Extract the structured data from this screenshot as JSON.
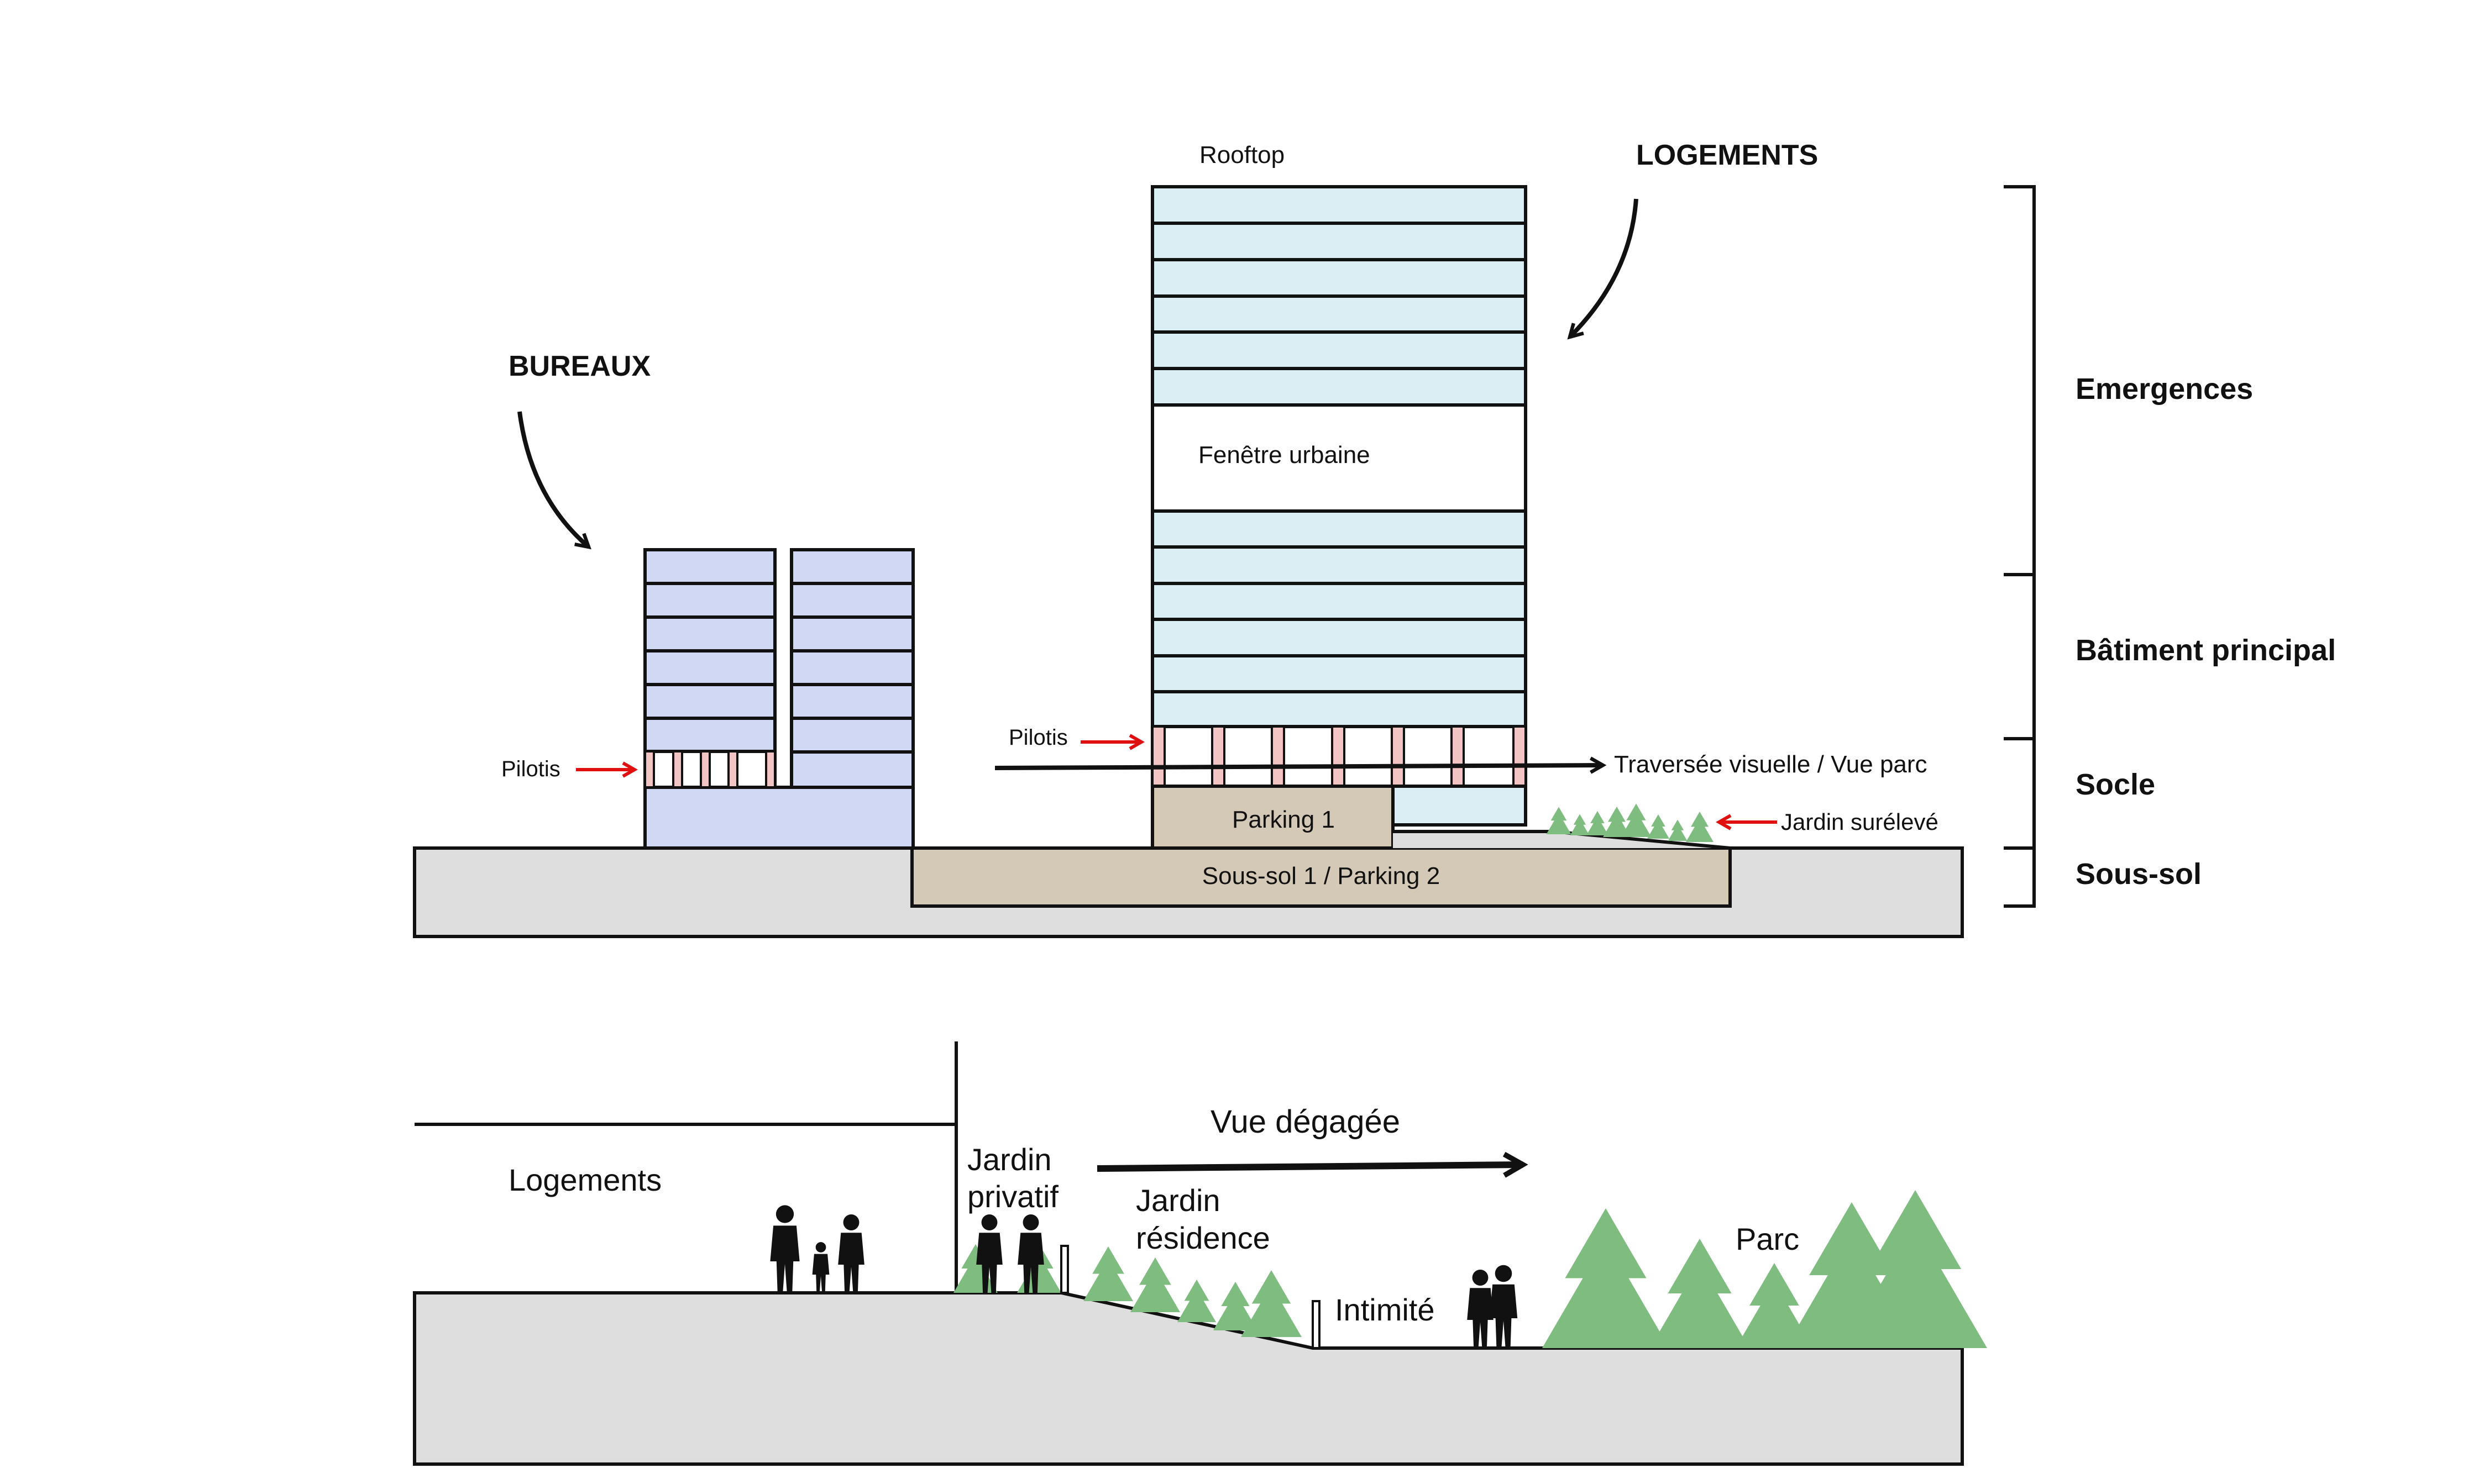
{
  "colors": {
    "bureaux_fill": "#d0d8f3",
    "logements_fill": "#daeef4",
    "parking_fill": "#d4c8b6",
    "ground_fill": "#dedede",
    "pilotis_fill": "#f2c4c4",
    "tree_fill": "#7fbc80",
    "arrow_red": "#e01010",
    "stroke": "#111111"
  },
  "section_top": {
    "bureaux_label": "BUREAUX",
    "logements_label": "LOGEMENTS",
    "rooftop_label": "Rooftop",
    "fenetre_label": "Fenêtre urbaine",
    "pilotis_left_label": "Pilotis",
    "pilotis_right_label": "Pilotis",
    "traversee_label": "Traversée visuelle / Vue parc",
    "parking1_label": "Parking 1",
    "jardin_sureleve_label": "Jardin surélevé",
    "soussol_label": "Sous-sol 1 / Parking 2",
    "levels": {
      "emergences": "Emergences",
      "batiment": "Bâtiment principal",
      "socle": "Socle",
      "soussol": "Sous-sol"
    }
  },
  "section_bottom": {
    "logements_label": "Logements",
    "jardin_privatif_line1": "Jardin",
    "jardin_privatif_line2": "privatif",
    "vue_label": "Vue dégagée",
    "jardin_residence_line1": "Jardin",
    "jardin_residence_line2": "résidence",
    "intimite_label": "Intimité",
    "parc_label": "Parc"
  },
  "icons": [
    "curved-arrow-icon",
    "red-arrow-icon",
    "tree-icon",
    "person-silhouette-icon",
    "family-silhouette-icon"
  ]
}
